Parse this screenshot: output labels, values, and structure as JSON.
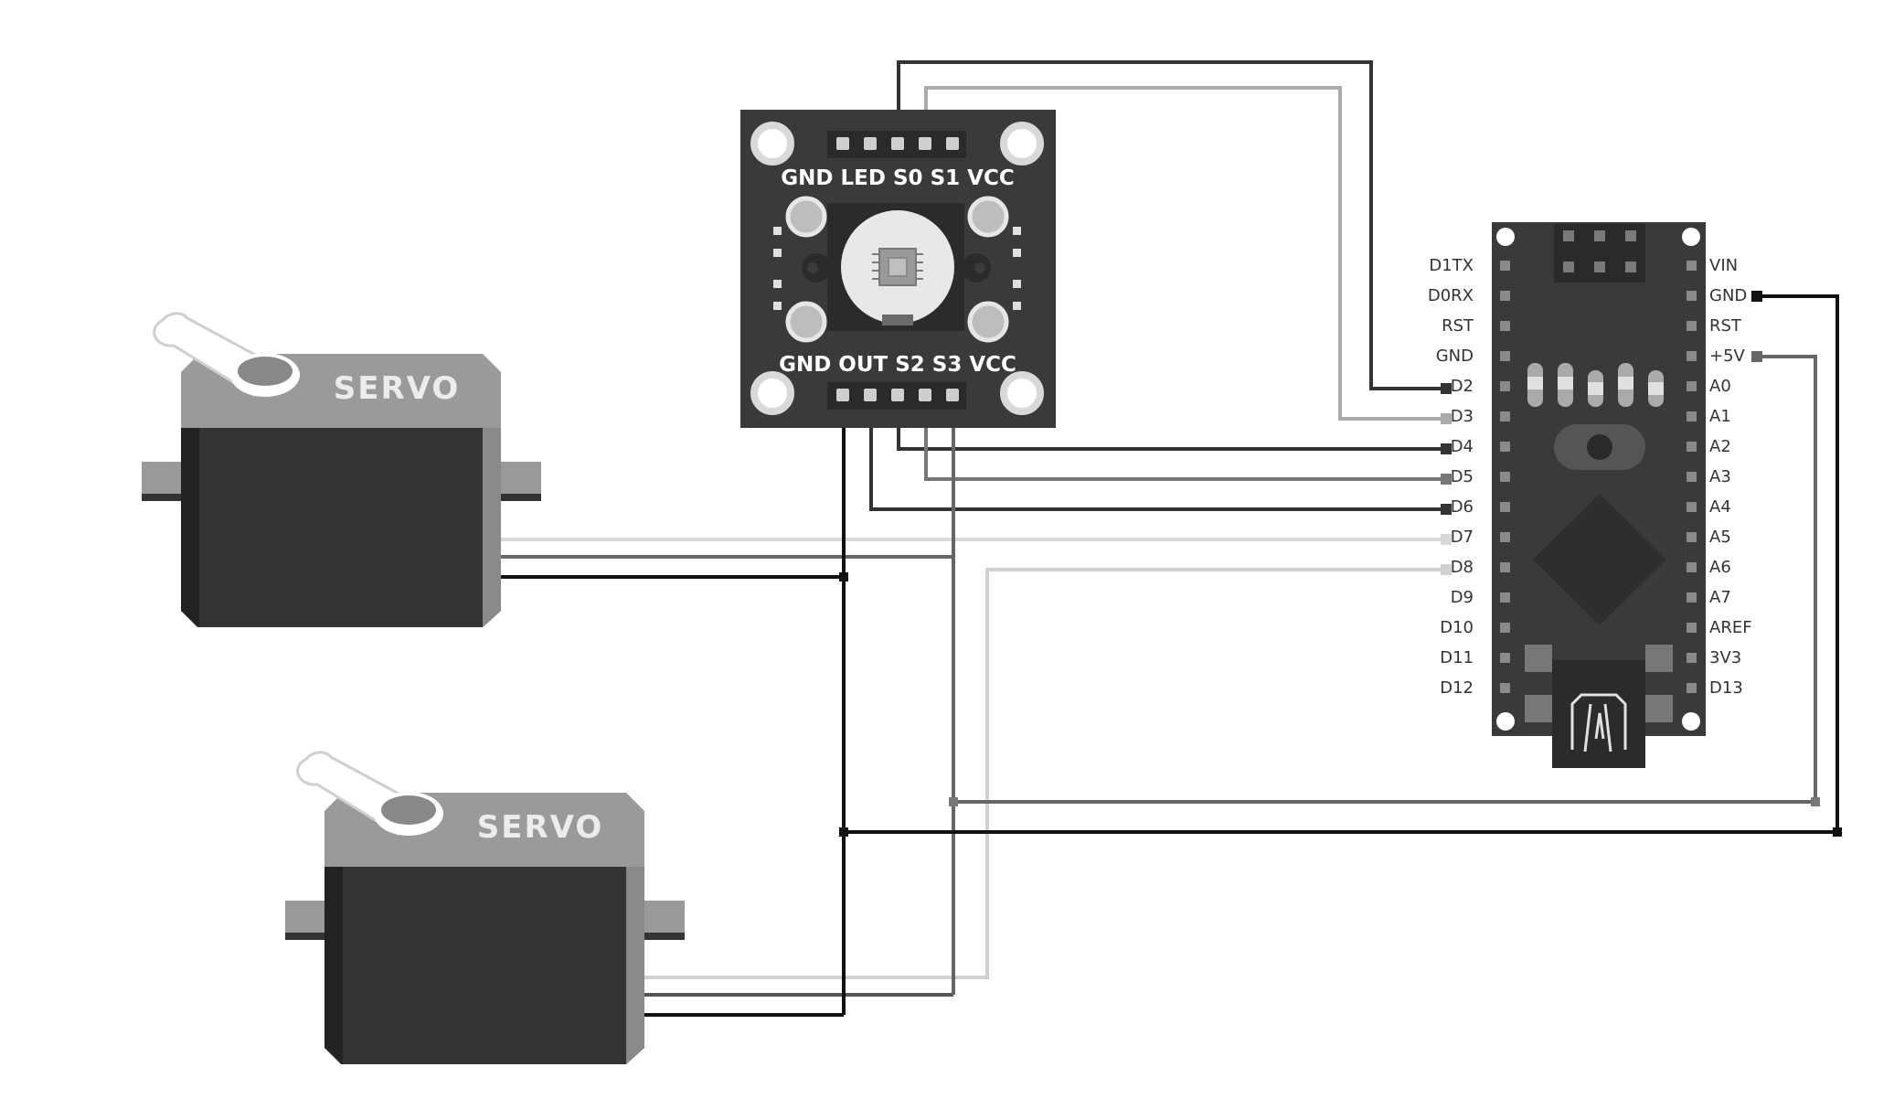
{
  "color_sensor": {
    "top_header": "GND LED S0 S1 VCC",
    "bottom_header": "GND OUT S2 S3 VCC"
  },
  "servos": [
    {
      "label": "SERVO"
    },
    {
      "label": "SERVO"
    }
  ],
  "arduino": {
    "left_pins": [
      "D1TX",
      "D0RX",
      "RST",
      "GND",
      "D2",
      "D3",
      "D4",
      "D5",
      "D6",
      "D7",
      "D8",
      "D9",
      "D10",
      "D11",
      "D12"
    ],
    "right_pins": [
      "VIN",
      "GND",
      "RST",
      "+5V",
      "A0",
      "A1",
      "A2",
      "A3",
      "A4",
      "A5",
      "A6",
      "A7",
      "AREF",
      "3V3",
      "D13"
    ]
  },
  "colors": {
    "board": "#3a3a3a",
    "board_dark": "#2e2e2e",
    "wire_black": "#111111",
    "wire_dark": "#444444",
    "wire_mid": "#7a7a7a",
    "wire_light": "#b0b0b0",
    "wire_pale": "#dadada",
    "servo_top": "#9a9a9a",
    "servo_body": "#333333"
  }
}
